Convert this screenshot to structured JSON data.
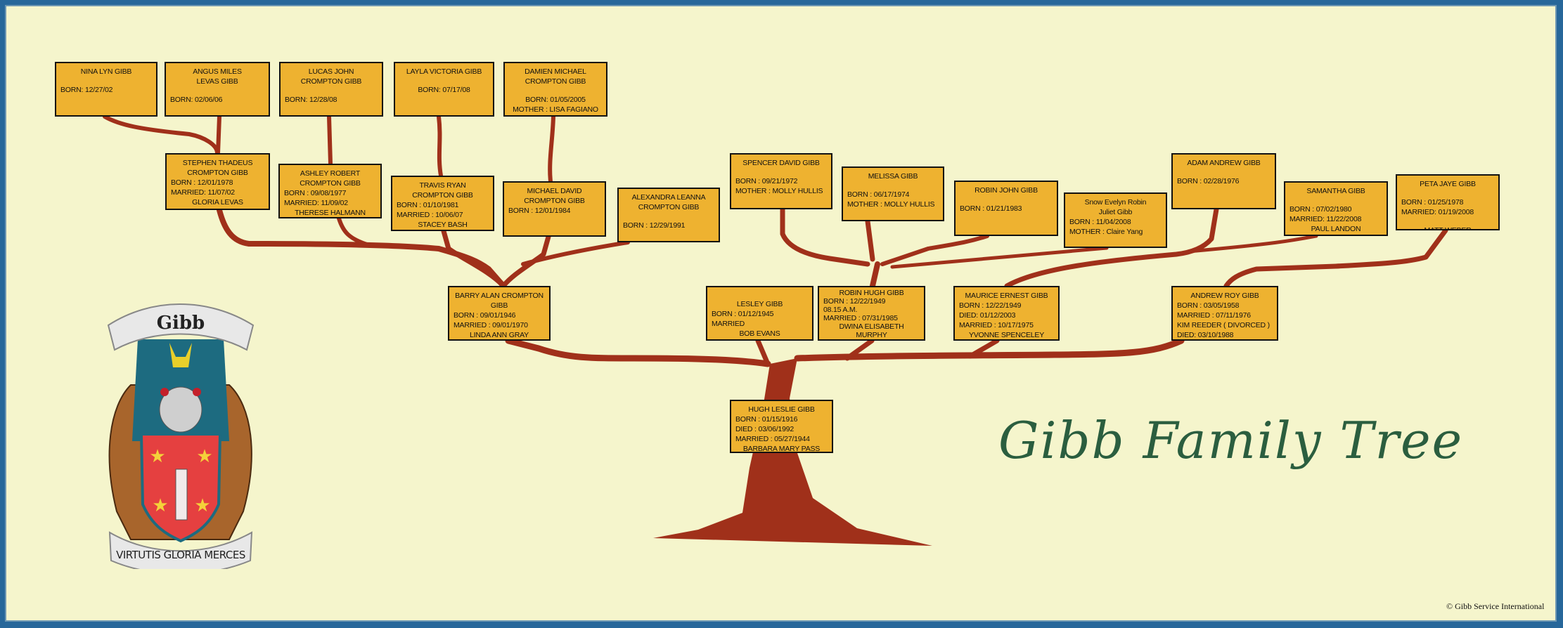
{
  "title": "Gibb Family Tree",
  "copyright": "© Gibb Service International",
  "crest": {
    "banner_text": "Gibb",
    "motto": "VIRTUTIS GLORIA MERCES"
  },
  "colors": {
    "box_fill": "#eeb230",
    "branch": "#a0301a",
    "title": "#2b5e3f",
    "border": "#27679a",
    "paper": "#f5f5cc"
  },
  "people": [
    {
      "id": "nina",
      "lines": [
        "NINA LYN GIBB",
        "BORN: 12/27/02"
      ]
    },
    {
      "id": "angus",
      "lines": [
        "ANGUS MILES",
        "LEVAS GIBB",
        "BORN: 02/06/06"
      ]
    },
    {
      "id": "lucas",
      "lines": [
        "LUCAS  JOHN",
        "CROMPTON GIBB",
        "BORN:  12/28/08"
      ]
    },
    {
      "id": "layla",
      "lines": [
        "LAYLA VICTORIA GIBB",
        "BORN: 07/17/08"
      ]
    },
    {
      "id": "damien",
      "lines": [
        "DAMIEN MICHAEL",
        "CROMPTON GIBB",
        "BORN: 01/05/2005",
        "MOTHER : LISA FAGIANO"
      ]
    },
    {
      "id": "stephen",
      "lines": [
        "STEPHEN THADEUS",
        "CROMPTON GIBB",
        "BORN : 12/01/1978",
        "MARRIED: 11/07/02",
        "GLORIA LEVAS"
      ]
    },
    {
      "id": "ashley",
      "lines": [
        "ASHLEY ROBERT",
        "CROMPTON GIBB",
        "BORN : 09/08/1977",
        "MARRIED: 11/09/02",
        "THERESE HALMANN"
      ]
    },
    {
      "id": "travis",
      "lines": [
        "TRAVIS RYAN",
        "CROMPTON GIBB",
        "BORN : 01/10/1981",
        "MARRIED : 10/06/07",
        "STACEY BASH"
      ]
    },
    {
      "id": "michael",
      "lines": [
        "MICHAEL DAVID",
        "CROMPTON GIBB",
        "BORN : 12/01/1984"
      ]
    },
    {
      "id": "alexandra",
      "lines": [
        "ALEXANDRA LEANNA",
        "CROMPTON GIBB",
        "BORN : 12/29/1991"
      ]
    },
    {
      "id": "spencer",
      "lines": [
        "SPENCER DAVID GIBB",
        "BORN : 09/21/1972",
        "MOTHER : MOLLY HULLIS"
      ]
    },
    {
      "id": "melissa",
      "lines": [
        "MELISSA GIBB",
        "BORN : 06/17/1974",
        "MOTHER : MOLLY HULLIS"
      ]
    },
    {
      "id": "robin-john",
      "lines": [
        "ROBIN JOHN GIBB",
        "BORN : 01/21/1983"
      ]
    },
    {
      "id": "snow",
      "lines": [
        "Snow Evelyn Robin",
        "Juliet Gibb",
        "BORN :  11/04/2008",
        "MOTHER :  Claire Yang"
      ]
    },
    {
      "id": "adam",
      "lines": [
        "ADAM ANDREW GIBB",
        "BORN : 02/28/1976"
      ]
    },
    {
      "id": "samantha",
      "lines": [
        "SAMANTHA GIBB",
        "BORN : 07/02/1980",
        "MARRIED: 11/22/2008",
        "PAUL LANDON"
      ]
    },
    {
      "id": "peta",
      "lines": [
        "PETA JAYE GIBB",
        "BORN : 01/25/1978",
        "MARRIED: 01/19/2008",
        "MATT WEBER"
      ]
    },
    {
      "id": "barry",
      "lines": [
        "BARRY ALAN CROMPTON",
        "GIBB",
        "BORN : 09/01/1946",
        "MARRIED : 09/01/1970",
        "LINDA ANN GRAY"
      ]
    },
    {
      "id": "lesley",
      "lines": [
        "LESLEY GIBB",
        "BORN : 01/12/1945",
        "MARRIED",
        "BOB EVANS"
      ]
    },
    {
      "id": "robin-hugh",
      "lines": [
        "ROBIN HUGH GIBB",
        "BORN : 12/22/1949",
        "08.15 A.M.",
        "MARRIED : 07/31/1985",
        "DWINA ELISABETH",
        "MURPHY"
      ]
    },
    {
      "id": "maurice",
      "lines": [
        "MAURICE ERNEST GIBB",
        "BORN : 12/22/1949",
        "DIED: 01/12/2003",
        "MARRIED : 10/17/1975",
        "YVONNE SPENCELEY"
      ]
    },
    {
      "id": "andrew",
      "lines": [
        "ANDREW ROY GIBB",
        "BORN : 03/05/1958",
        "MARRIED : 07/11/1976",
        "KIM  REEDER ( DIVORCED )",
        "DIED: 03/10/1988"
      ]
    },
    {
      "id": "hugh",
      "lines": [
        "HUGH LESLIE GIBB",
        "BORN : 01/15/1916",
        "DIED : 03/06/1992",
        "MARRIED : 05/27/1944",
        "BARBARA MARY PASS"
      ]
    }
  ]
}
